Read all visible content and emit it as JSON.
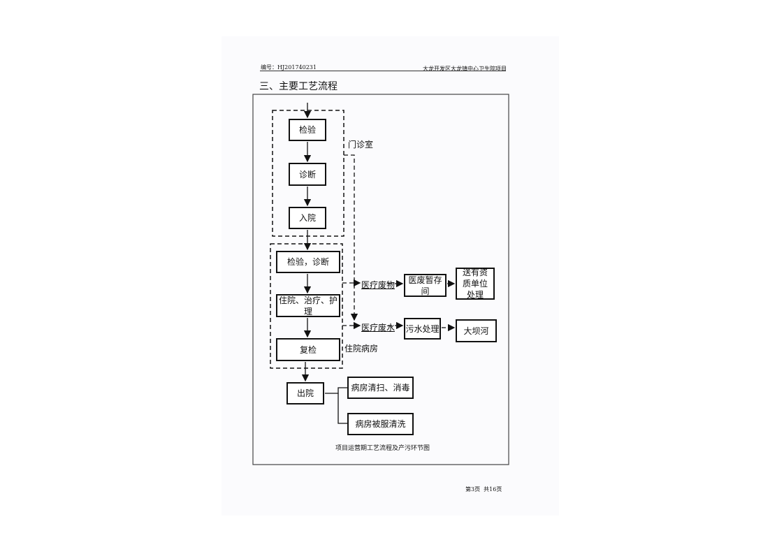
{
  "header": {
    "doc_number": "编号：HJ201740231",
    "project": "大龙开发区大龙镇中心卫生院项目"
  },
  "section_title": "三、主要工艺流程",
  "flow": {
    "outpatient": [
      "检验",
      "诊断",
      "入院"
    ],
    "outpatient_label": "门诊室",
    "inpatient": [
      "检验，诊断",
      "住院、治疗、护理",
      "复检"
    ],
    "inpatient_label": "住院病房",
    "waste": {
      "label": "医疗废物",
      "storage": "医废暂存间",
      "disposal": "送有资质单位处理"
    },
    "wastewater": {
      "label": "医疗废水",
      "treatment": "污水处理",
      "receiver": "大坝河"
    },
    "discharge": "出院",
    "discharge_outputs": [
      "病房清扫、消毒",
      "病房被服清洗"
    ]
  },
  "caption": "项目运营期工艺流程及产污环节图",
  "footer": "第3页  共16页"
}
